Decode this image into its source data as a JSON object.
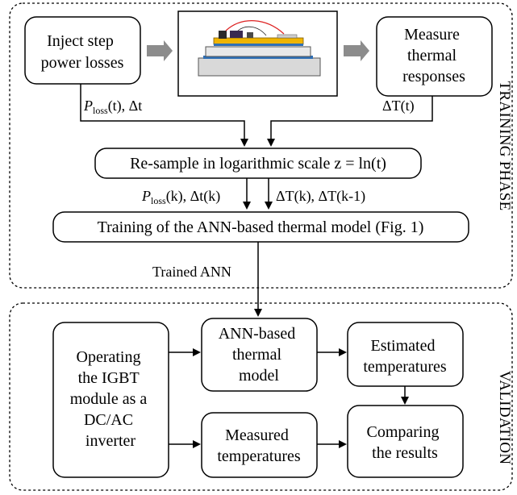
{
  "training": {
    "phase_label": "TRAINING PHASE",
    "inject_box": {
      "line1": "Inject step",
      "line2": "power losses"
    },
    "measure_box": {
      "line1": "Measure",
      "line2": "thermal",
      "line3": "responses"
    },
    "ploss_label": {
      "p": "P",
      "sub": "loss",
      "rest": "(t), Δt"
    },
    "deltaT_label": "ΔT(t)",
    "resample_box": "Re-sample in logarithmic scale z = ln(t)",
    "ploss_k_label": {
      "p": "P",
      "sub": "loss",
      "rest": "(k), Δt(k)"
    },
    "deltaT_k_label": "ΔT(k), ΔT(k-1)",
    "training_box": "Training of the ANN-based thermal model (Fig. 1)",
    "trained_ann_label": "Trained ANN"
  },
  "validation": {
    "phase_label": "VALIDATION",
    "operating_box": {
      "line1": "Operating",
      "line2": "the IGBT",
      "line3": "module as a",
      "line4": "DC/AC",
      "line5": "inverter"
    },
    "ann_box": {
      "line1": "ANN-based",
      "line2": "thermal",
      "line3": "model"
    },
    "estimated_box": {
      "line1": "Estimated",
      "line2": "temperatures"
    },
    "measured_box": {
      "line1": "Measured",
      "line2": "temperatures"
    },
    "comparing_box": {
      "line1": "Comparing",
      "line2": "the results"
    }
  },
  "colors": {
    "arrow_gray": "#8c8c8c",
    "module_gold": "#f0b400",
    "module_blue": "#2f6fb5",
    "base_gray": "#d9d9d9"
  }
}
